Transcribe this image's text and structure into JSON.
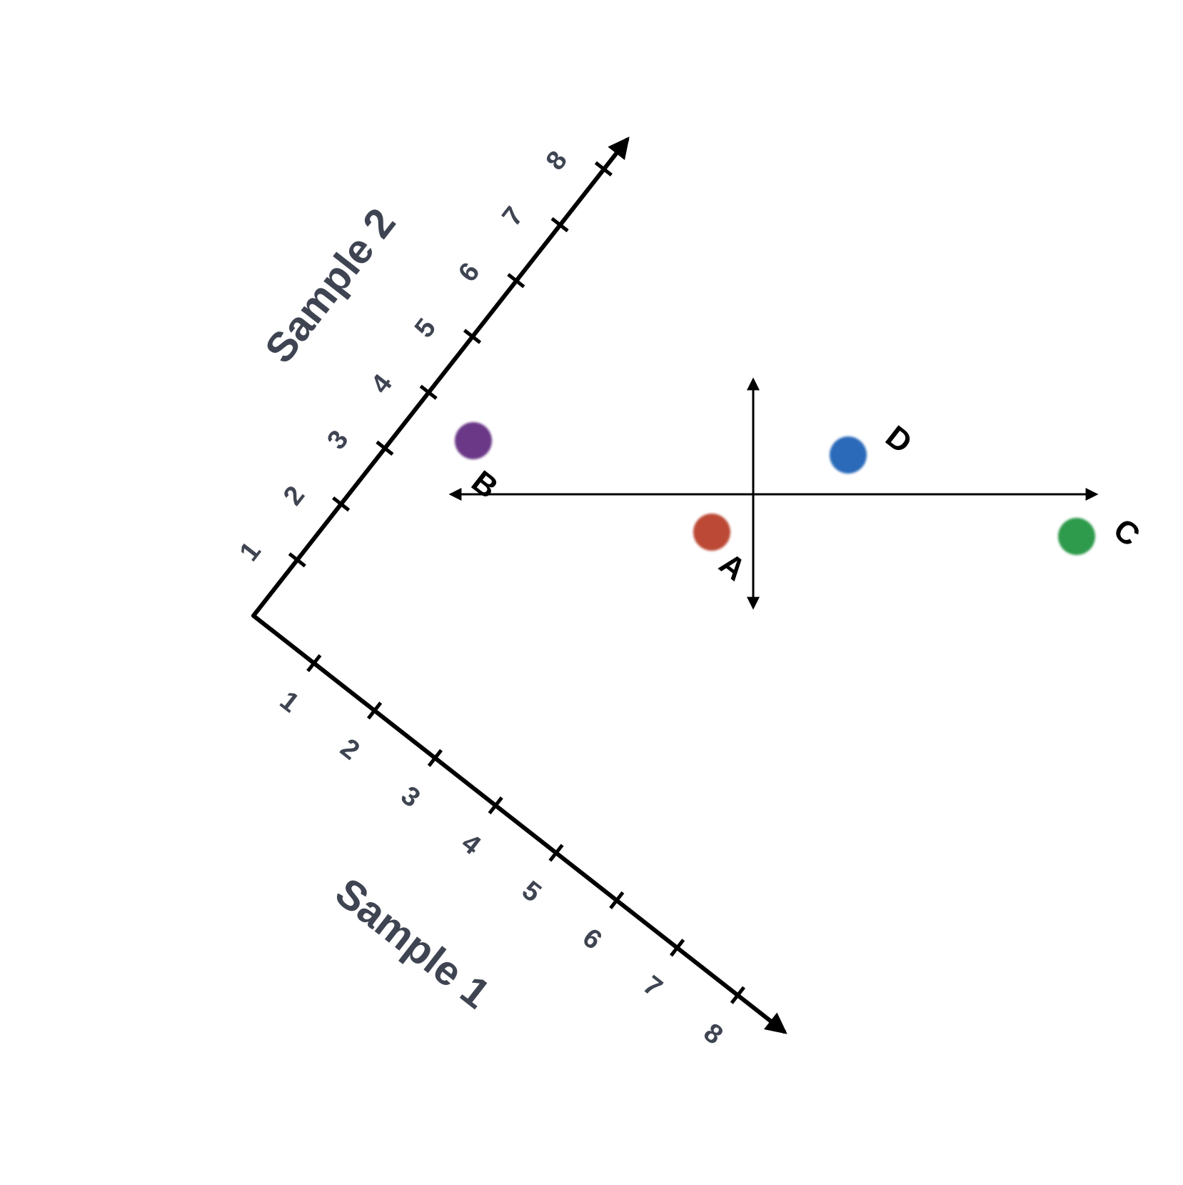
{
  "axes": {
    "sample1": {
      "title": "Sample 1",
      "ticks": [
        "1",
        "2",
        "3",
        "4",
        "5",
        "6",
        "7",
        "8"
      ]
    },
    "sample2": {
      "title": "Sample 2",
      "ticks": [
        "1",
        "2",
        "3",
        "4",
        "5",
        "6",
        "7",
        "8"
      ]
    }
  },
  "points": [
    {
      "id": "A",
      "label": "A",
      "color": "#bb4a35"
    },
    {
      "id": "B",
      "label": "B",
      "color": "#6a3787"
    },
    {
      "id": "C",
      "label": "C",
      "color": "#2e9a4c"
    },
    {
      "id": "D",
      "label": "D",
      "color": "#2a6ab9"
    }
  ],
  "colors": {
    "axis": "#000000",
    "label_text": "#3f4452"
  }
}
